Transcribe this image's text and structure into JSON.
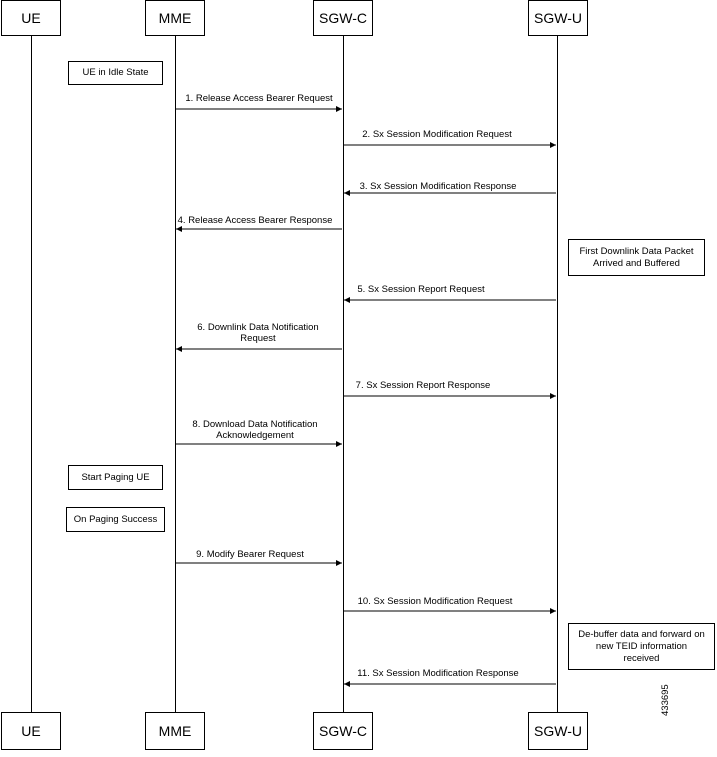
{
  "entities": [
    "UE",
    "MME",
    "SGW-C",
    "SGW-U"
  ],
  "notes": {
    "ue_idle": "UE in Idle State",
    "first_packet_line1": "First Downlink Data Packet",
    "first_packet_line2": "Arrived and Buffered",
    "start_paging": "Start Paging UE",
    "paging_success": "On Paging Success",
    "debuffer_line1": "De-buffer data and forward on",
    "debuffer_line2": "new TEID information",
    "debuffer_line3": "received"
  },
  "messages": [
    {
      "label": "1. Release Access Bearer Request",
      "from": "MME",
      "to": "SGW-C"
    },
    {
      "label": "2. Sx Session Modification Request",
      "from": "SGW-C",
      "to": "SGW-U"
    },
    {
      "label": "3. Sx Session Modification Response",
      "from": "SGW-U",
      "to": "SGW-C"
    },
    {
      "label": "4. Release Access Bearer Response",
      "from": "SGW-C",
      "to": "MME"
    },
    {
      "label": "5. Sx Session Report Request",
      "from": "SGW-U",
      "to": "SGW-C"
    },
    {
      "label": "6. Downlink Data Notification",
      "label2": "Request",
      "from": "SGW-C",
      "to": "MME"
    },
    {
      "label": "7. Sx Session Report Response",
      "from": "SGW-C",
      "to": "SGW-U"
    },
    {
      "label": "8. Download Data Notification",
      "label2": "Acknowledgement",
      "from": "MME",
      "to": "SGW-C"
    },
    {
      "label": "9. Modify Bearer Request",
      "from": "MME",
      "to": "SGW-C"
    },
    {
      "label": "10. Sx Session Modification Request",
      "from": "SGW-C",
      "to": "SGW-U"
    },
    {
      "label": "11. Sx Session Modification Response",
      "from": "SGW-U",
      "to": "SGW-C"
    }
  ],
  "figure_id": "433695"
}
